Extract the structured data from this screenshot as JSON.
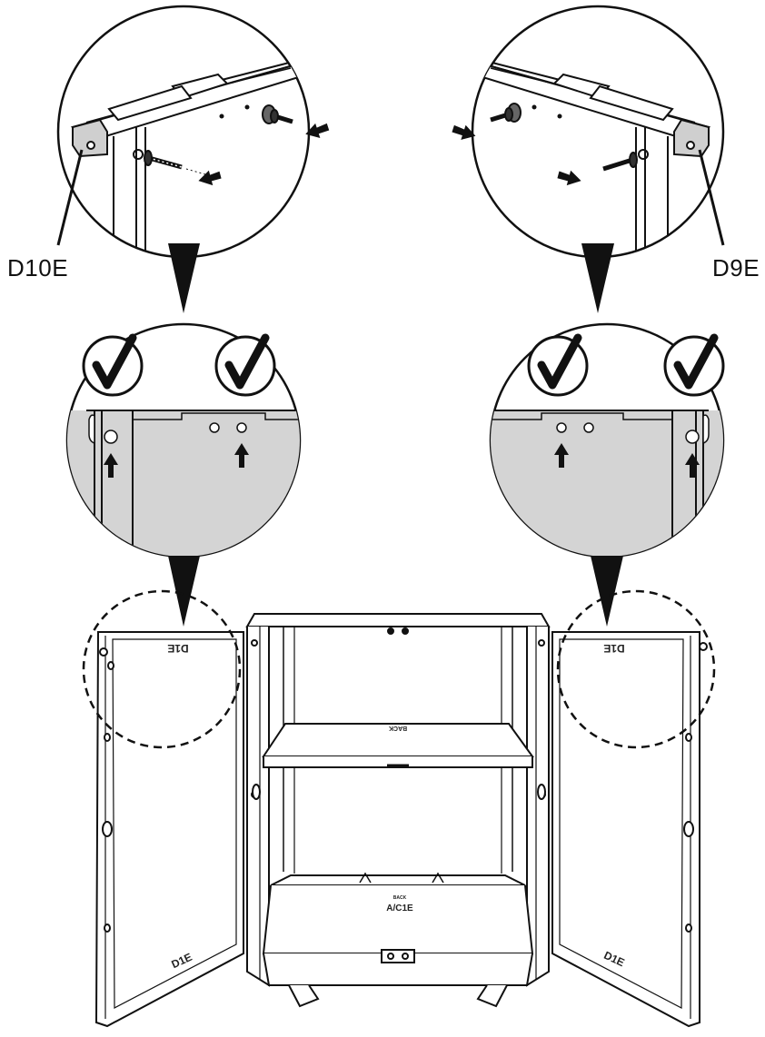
{
  "labels": {
    "left_part": "D10E",
    "right_part": "D9E"
  },
  "panel_marks": {
    "left_door_top": "D1E",
    "right_door_top": "D1E",
    "left_door_bottom": "D1E",
    "right_door_bottom": "D1E",
    "shelf": "BACK",
    "base_small": "BACK",
    "base_main": "A/C1E"
  },
  "icons": [
    "check-mark-icon",
    "arrow-icon",
    "screw-icon"
  ],
  "colors": {
    "line": "#111111",
    "panel_fill": "#d4d4d4",
    "background": "#ffffff"
  }
}
